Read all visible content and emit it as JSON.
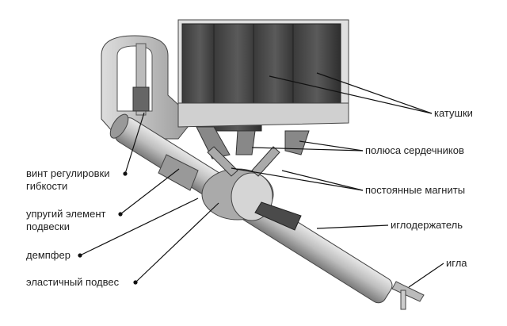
{
  "labels": {
    "coils": "катушки",
    "core_poles": "полюса сердечников",
    "permanent_magnets": "постоянные магниты",
    "needle_holder": "иглодержатель",
    "needle": "игла",
    "flex_screw_1": "винт регулировки",
    "flex_screw_2": "гибкости",
    "elastic_element_1": "упругий элемент",
    "elastic_element_2": "подвески",
    "damper": "демпфер",
    "elastic_suspension": "эластичный подвес"
  }
}
